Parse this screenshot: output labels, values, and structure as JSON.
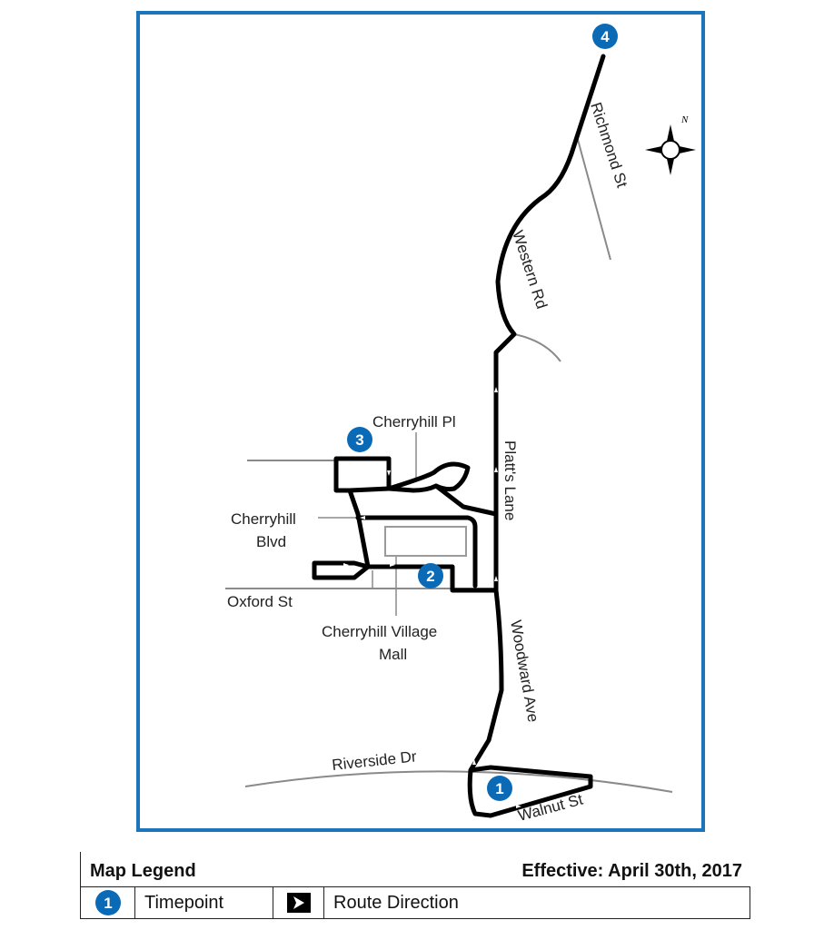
{
  "streets": {
    "richmond": "Richmond St",
    "western": "Western Rd",
    "platts": "Platt's Lane",
    "cherryhill_pl": "Cherryhill Pl",
    "cherryhill_blvd_1": "Cherryhill",
    "cherryhill_blvd_2": "Blvd",
    "oxford": "Oxford St",
    "mall_1": "Cherryhill Village",
    "mall_2": "Mall",
    "woodward": "Woodward Ave",
    "riverside": "Riverside Dr",
    "walnut": "Walnut St"
  },
  "timepoints": [
    "1",
    "2",
    "3",
    "4"
  ],
  "compass": {
    "label": "N"
  },
  "legend": {
    "title": "Map Legend",
    "effective": "Effective: April 30th, 2017",
    "timepoint_label": "Timepoint",
    "timepoint_symbol": "1",
    "direction_label": "Route Direction"
  },
  "colors": {
    "frame": "#1b75bc",
    "timepoint": "#0a6ab5",
    "route": "#000000",
    "street": "#8a8a8a",
    "mall": "#9a9a9a"
  }
}
